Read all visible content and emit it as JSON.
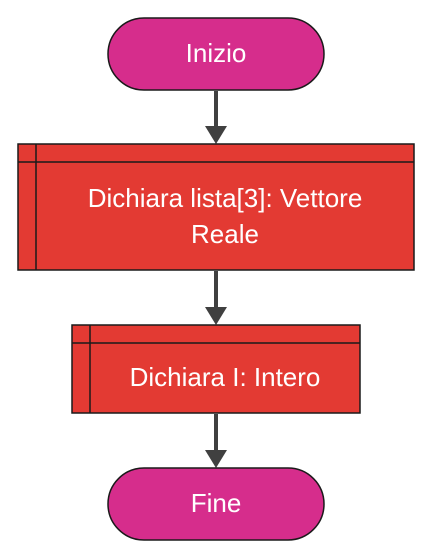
{
  "flowchart": {
    "nodes": [
      {
        "id": "start",
        "type": "terminal",
        "lines": [
          "Inizio"
        ]
      },
      {
        "id": "decl1",
        "type": "declaration",
        "lines": [
          "Dichiara lista[3]: Vettore",
          "Reale"
        ]
      },
      {
        "id": "decl2",
        "type": "declaration",
        "lines": [
          "Dichiara I: Intero"
        ]
      },
      {
        "id": "end",
        "type": "terminal",
        "lines": [
          "Fine"
        ]
      }
    ],
    "edges": [
      {
        "from": "start",
        "to": "decl1"
      },
      {
        "from": "decl1",
        "to": "decl2"
      },
      {
        "from": "decl2",
        "to": "end"
      }
    ],
    "colors": {
      "terminal_fill": "#d62d8c",
      "declaration_fill": "#e33a33",
      "stroke": "#1a1a1a",
      "text": "#ffffff",
      "arrow": "#404040"
    }
  }
}
